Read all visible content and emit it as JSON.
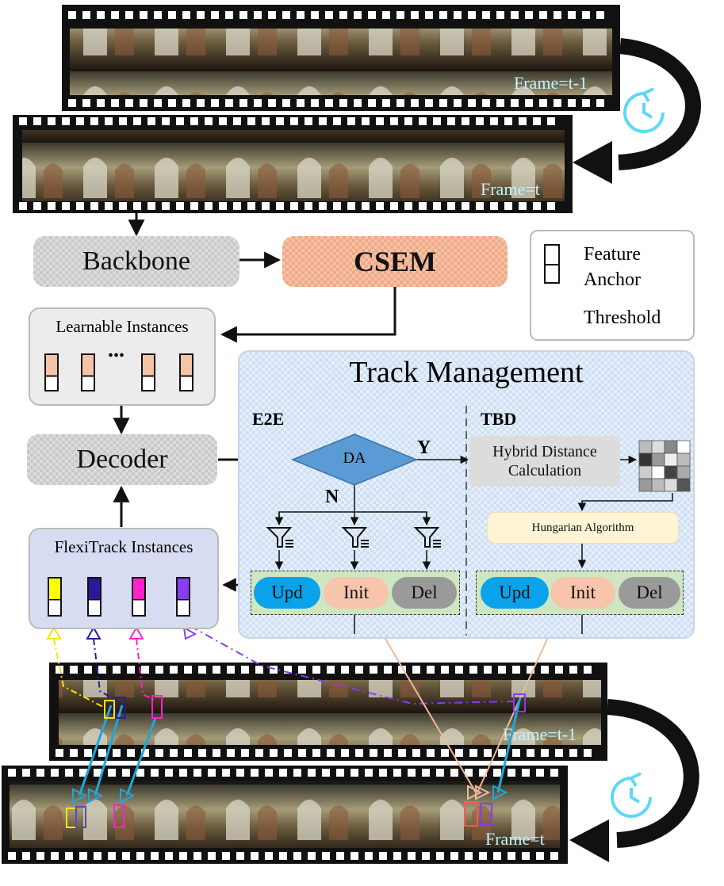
{
  "frames": {
    "top_prev": "Frame=t-1",
    "top_curr": "Frame=t",
    "bottom_prev": "Frame=t-1",
    "bottom_curr": "Frame=t"
  },
  "pipeline": {
    "backbone": "Backbone",
    "csem": "CSEM",
    "learnable_instances": "Learnable Instances",
    "ellipsis": "...",
    "decoder": "Decoder",
    "flexitrack_instances": "FlexiTrack Instances"
  },
  "legend": {
    "feature": "Feature",
    "anchor": "Anchor",
    "threshold": "Threshold"
  },
  "track_management": {
    "title": "Track Management",
    "e2e": "E2E",
    "tbd": "TBD",
    "da": "DA",
    "yes": "Y",
    "no": "N",
    "hybrid_line1": "Hybrid Distance",
    "hybrid_line2": "Calculation",
    "hungarian": "Hungarian Algorithm",
    "upd": "Upd",
    "init": "Init",
    "del": "Del"
  },
  "colors": {
    "instance_orange": "#f5c3a6",
    "track_yellow": "#ffff00",
    "track_navy": "#2a1a9a",
    "track_magenta": "#ff22cc",
    "track_violet": "#8a3cf0",
    "upd_blue": "#0aa2ea",
    "init_peach": "#f7c5ac",
    "del_gray": "#9a9a9a",
    "clock_cyan": "#5fd8f5"
  },
  "icons": [
    "clock-icon",
    "filter-threshold-icon",
    "cross-icon",
    "film-strip"
  ]
}
